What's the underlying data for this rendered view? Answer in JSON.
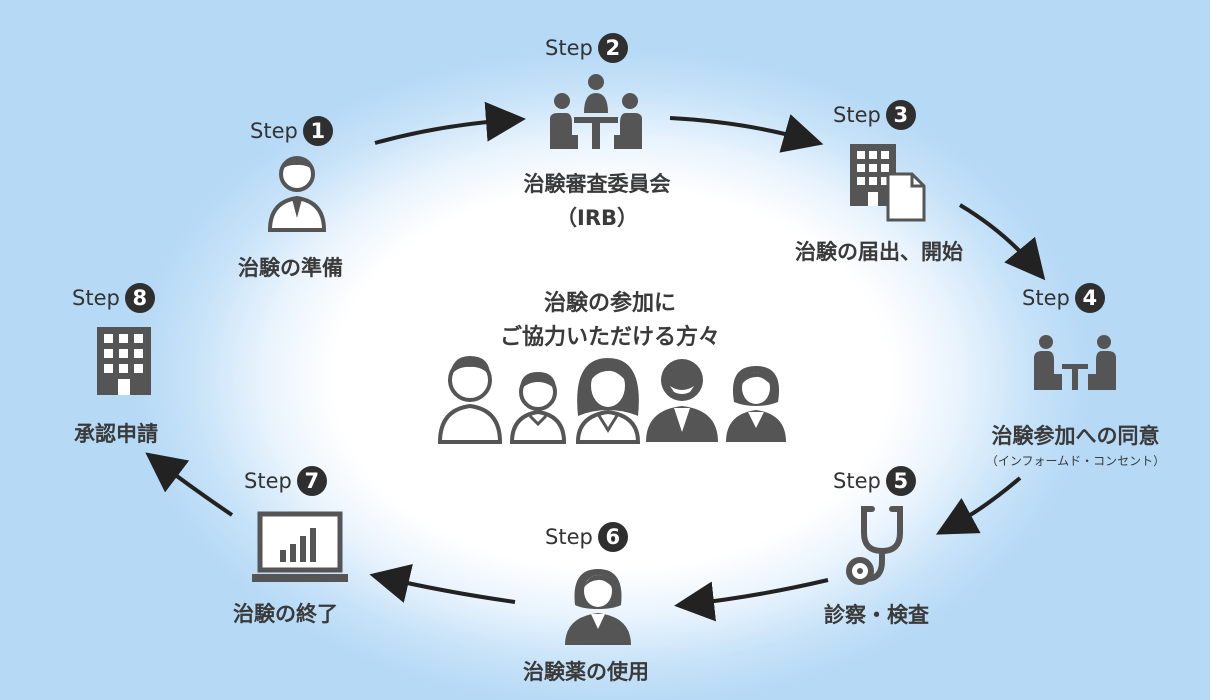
{
  "center": {
    "line1": "治験の参加に",
    "line2": "ご協力いただける方々"
  },
  "steps": [
    {
      "label": "Step",
      "num": "1",
      "caption": "治験の準備",
      "icon": "person-icon"
    },
    {
      "label": "Step",
      "num": "2",
      "caption": "治験審査委員会",
      "caption2": "（IRB）",
      "icon": "committee-meeting-icon"
    },
    {
      "label": "Step",
      "num": "3",
      "caption": "治験の届出、開始",
      "icon": "building-document-icon"
    },
    {
      "label": "Step",
      "num": "4",
      "caption": "治験参加への同意",
      "caption2": "（インフォームド・コンセント）",
      "icon": "consultation-icon"
    },
    {
      "label": "Step",
      "num": "5",
      "caption": "診察・検査",
      "icon": "stethoscope-icon"
    },
    {
      "label": "Step",
      "num": "6",
      "caption": "治験薬の使用",
      "icon": "female-person-icon"
    },
    {
      "label": "Step",
      "num": "7",
      "caption": "治験の終了",
      "icon": "laptop-chart-icon"
    },
    {
      "label": "Step",
      "num": "8",
      "caption": "承認申請",
      "icon": "building-icon"
    }
  ],
  "colors": {
    "dark": "#2f2f2f",
    "icon": "#555555",
    "bg_blue": "#b6d9f6"
  }
}
